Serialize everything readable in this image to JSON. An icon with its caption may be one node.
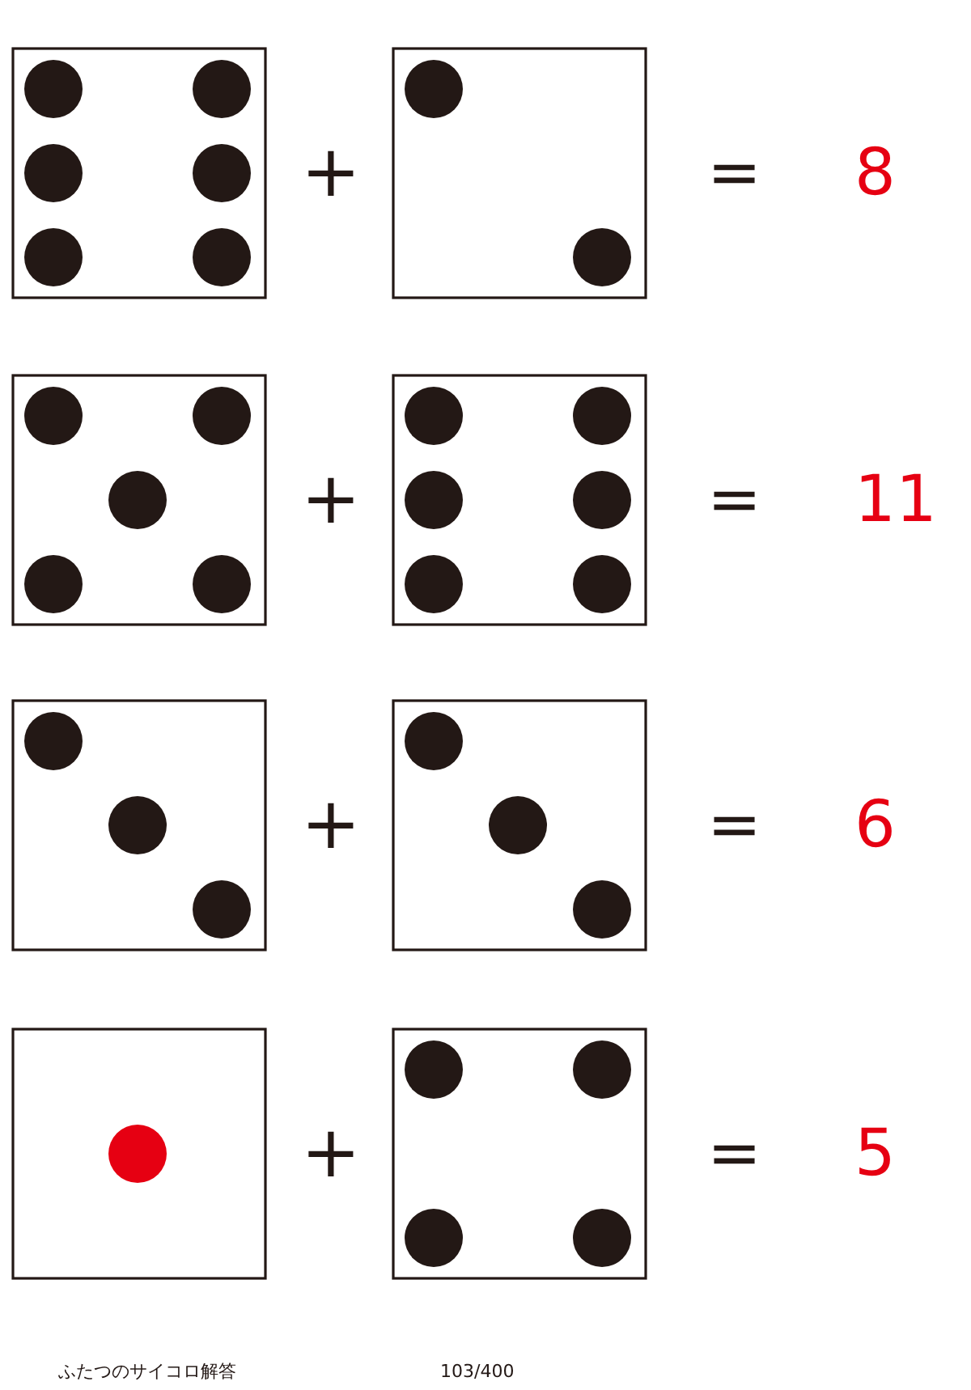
{
  "diagram": {
    "labels": [
      "+",
      "=",
      "8",
      "+",
      "=",
      "11",
      "+",
      "=",
      "6",
      "+",
      "=",
      "5",
      "ふたつのサイコロ解答",
      "103/400"
    ]
  }
}
